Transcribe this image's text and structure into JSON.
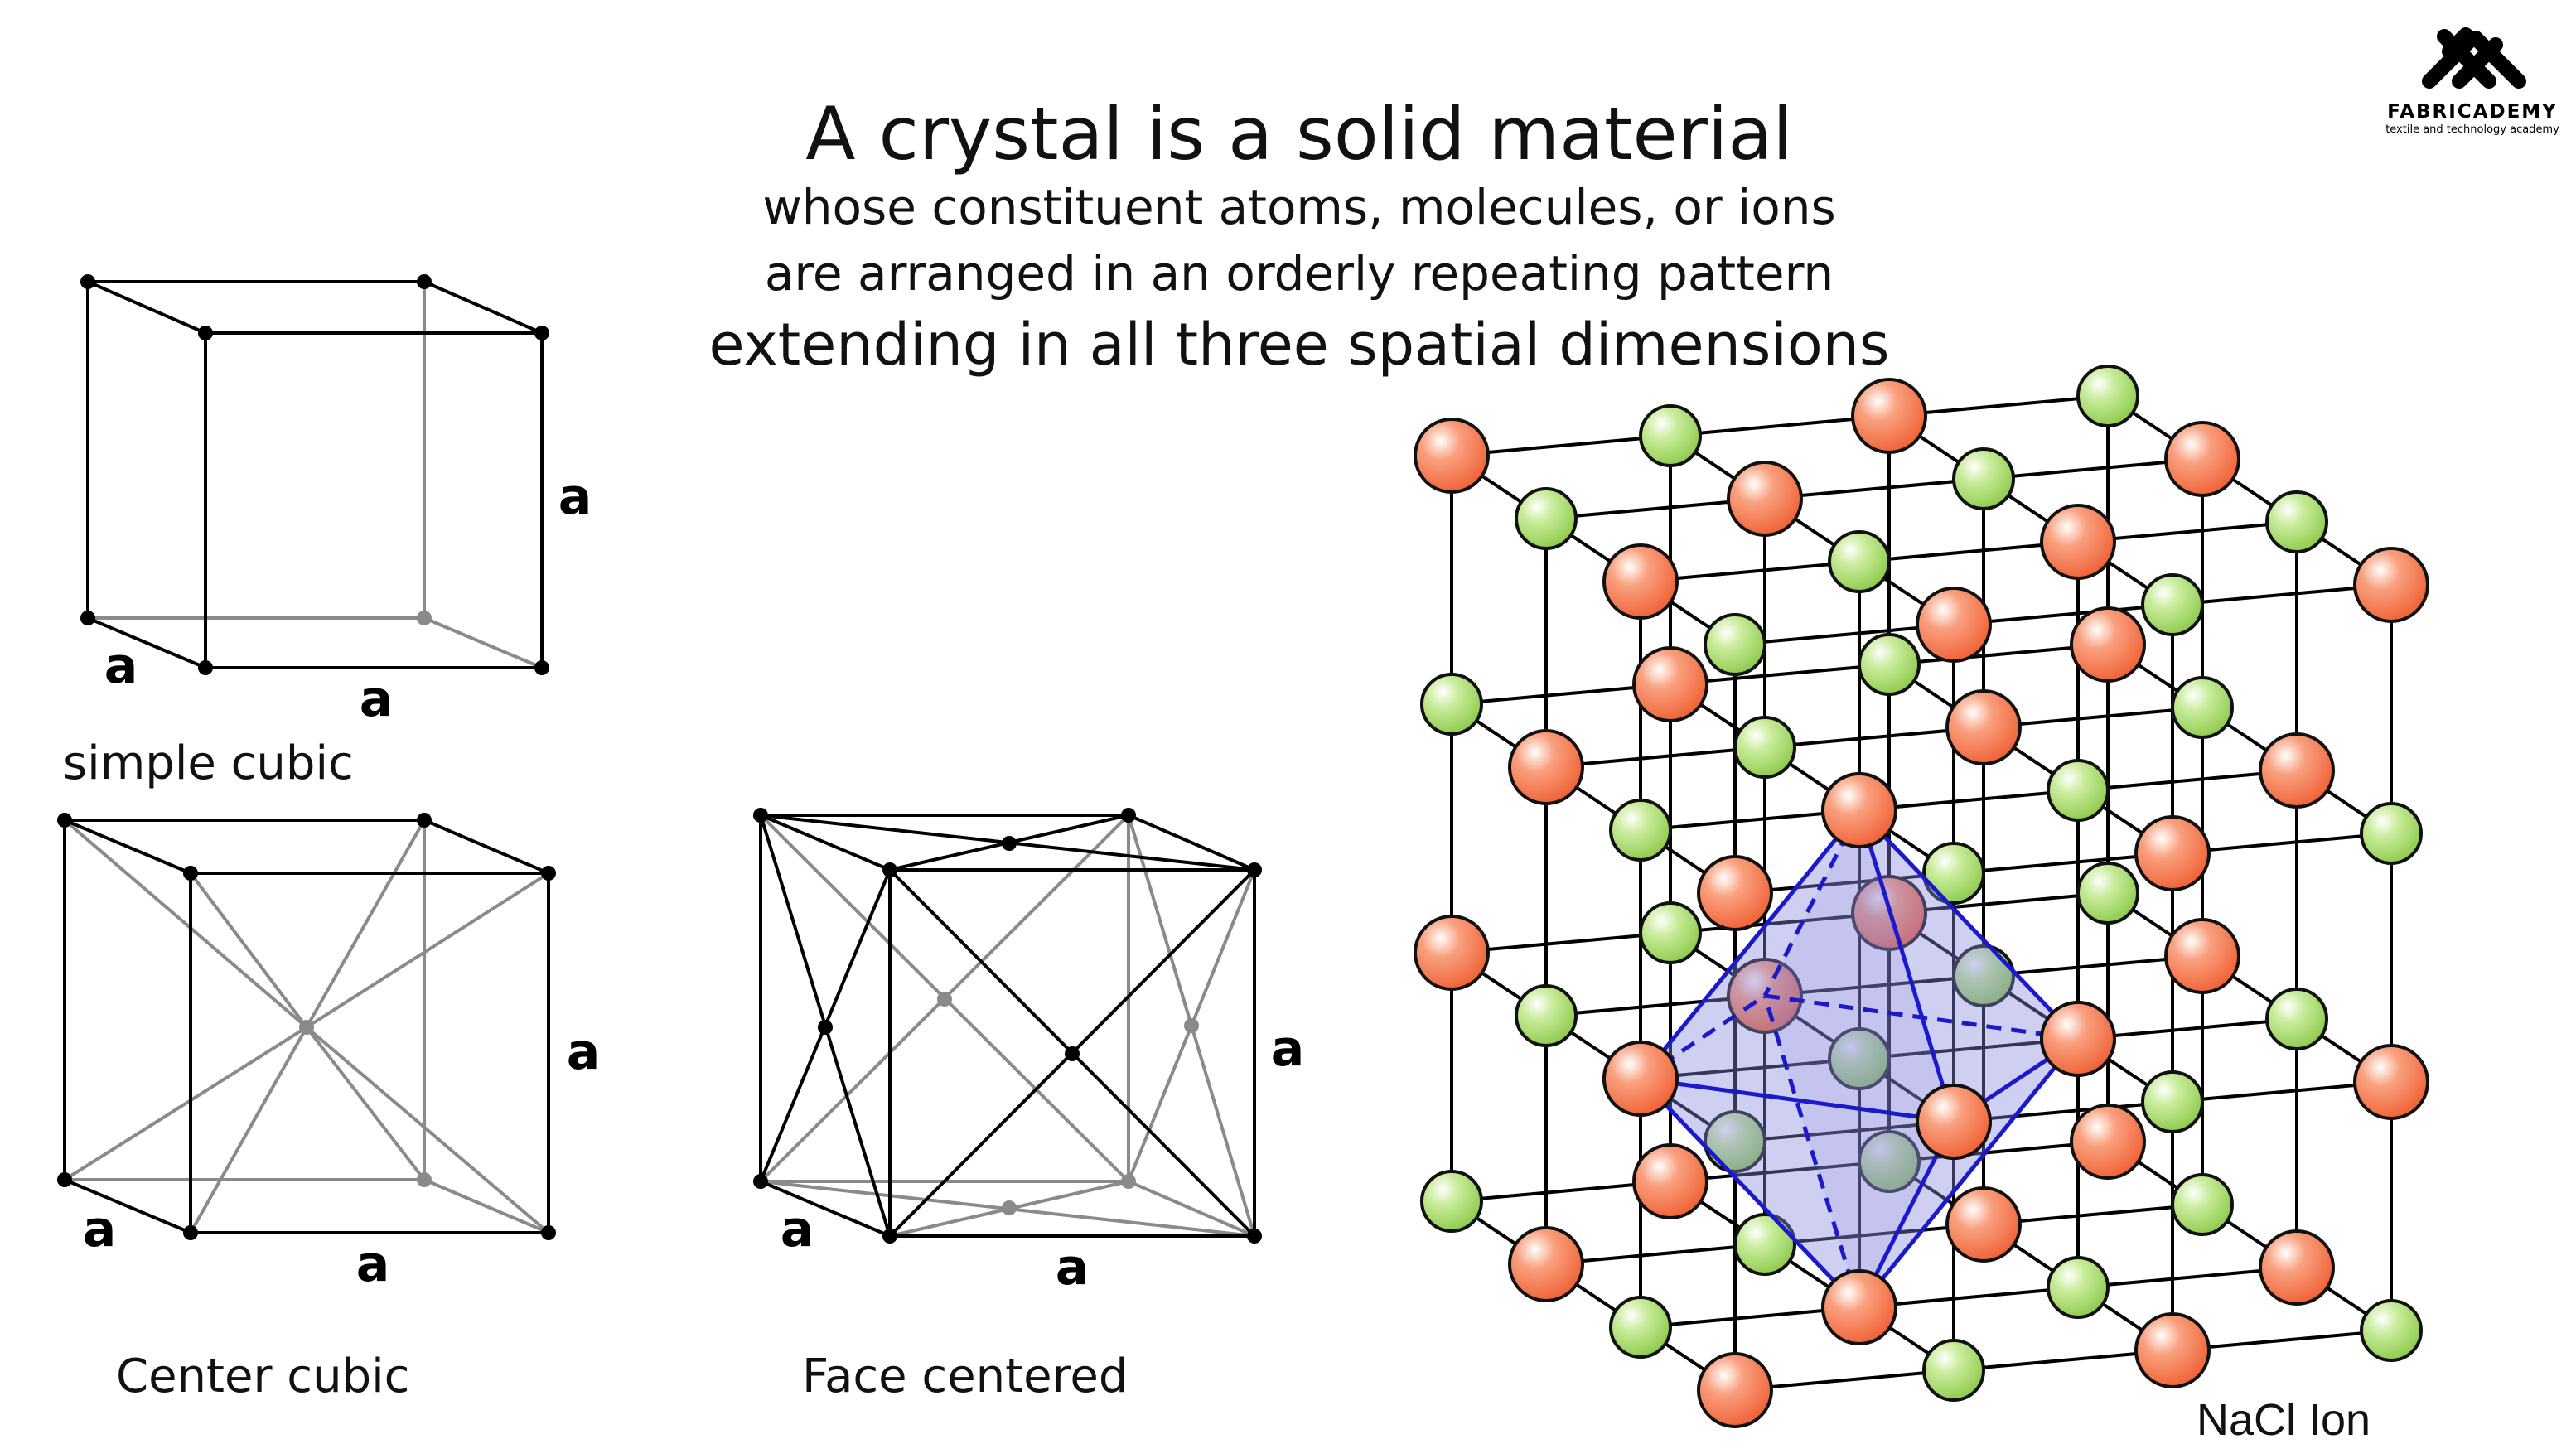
{
  "title": {
    "line1": "A crystal is a solid material",
    "line2": "whose constituent atoms, molecules, or ions",
    "line3": "are arranged in an orderly repeating pattern",
    "line4": "extending in all three spatial dimensions"
  },
  "logo": {
    "name": "FABRICADEMY",
    "tagline": "textile and technology academy"
  },
  "diagrams": {
    "simple_cubic": {
      "caption": "simple cubic",
      "edge_label": "a"
    },
    "center_cubic": {
      "caption": "Center cubic",
      "edge_label": "a"
    },
    "face_centered": {
      "caption": "Face centered",
      "edge_label": "a"
    },
    "nacl": {
      "caption": "NaCl Ion",
      "grid_size": 4
    }
  },
  "colors": {
    "sodium": "#f26d45",
    "chloride": "#9ed45a",
    "octahedron_edge": "#1a1acc",
    "octahedron_fill": "#8888dd"
  }
}
